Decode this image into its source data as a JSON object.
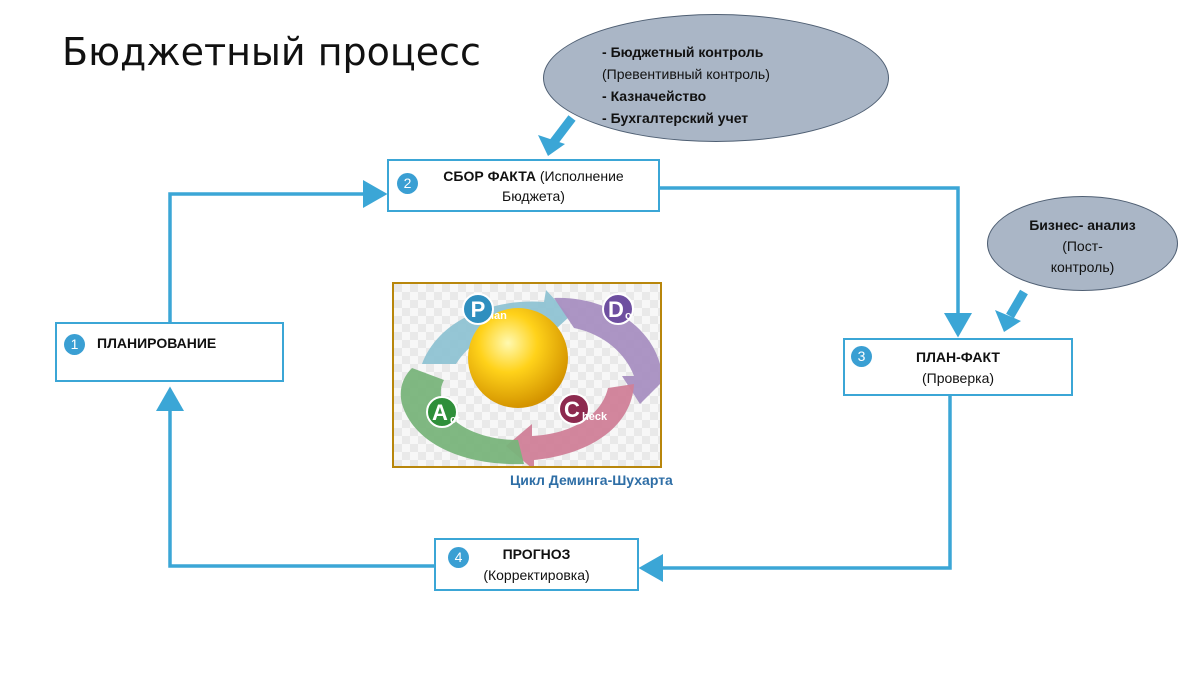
{
  "title": "Бюджетный процесс",
  "colors": {
    "accent": "#3ba6d6",
    "ellipse_fill": "#aab6c6",
    "caption": "#2e6ea6"
  },
  "steps": [
    {
      "num": "1",
      "bold": "ПЛАНИРОВАНИЕ",
      "normal": ""
    },
    {
      "num": "2",
      "bold": "СБОР ФАКТА",
      "normal": " (Исполнение Бюджета)"
    },
    {
      "num": "3",
      "bold": "ПЛАН-ФАКТ",
      "normal": "(Проверка)"
    },
    {
      "num": "4",
      "bold": "ПРОГНОЗ",
      "normal": "(Корректировка)"
    }
  ],
  "top_note": {
    "line1": "Бюджетный контроль",
    "line2": "(Превентивный контроль)",
    "line3": "Казначейство",
    "line4": "Бухгалтерский учет"
  },
  "right_note": {
    "line1": "Бизнес- анализ",
    "line2": "(Пост-",
    "line3": "контроль)"
  },
  "pdca": {
    "plan_cap": "P",
    "plan_rest": "lan",
    "do_cap": "D",
    "do_rest": "o",
    "check_cap": "C",
    "check_rest": "heck",
    "act_cap": "A",
    "act_rest": "ct"
  },
  "caption": "Цикл Деминга-Шухарта"
}
